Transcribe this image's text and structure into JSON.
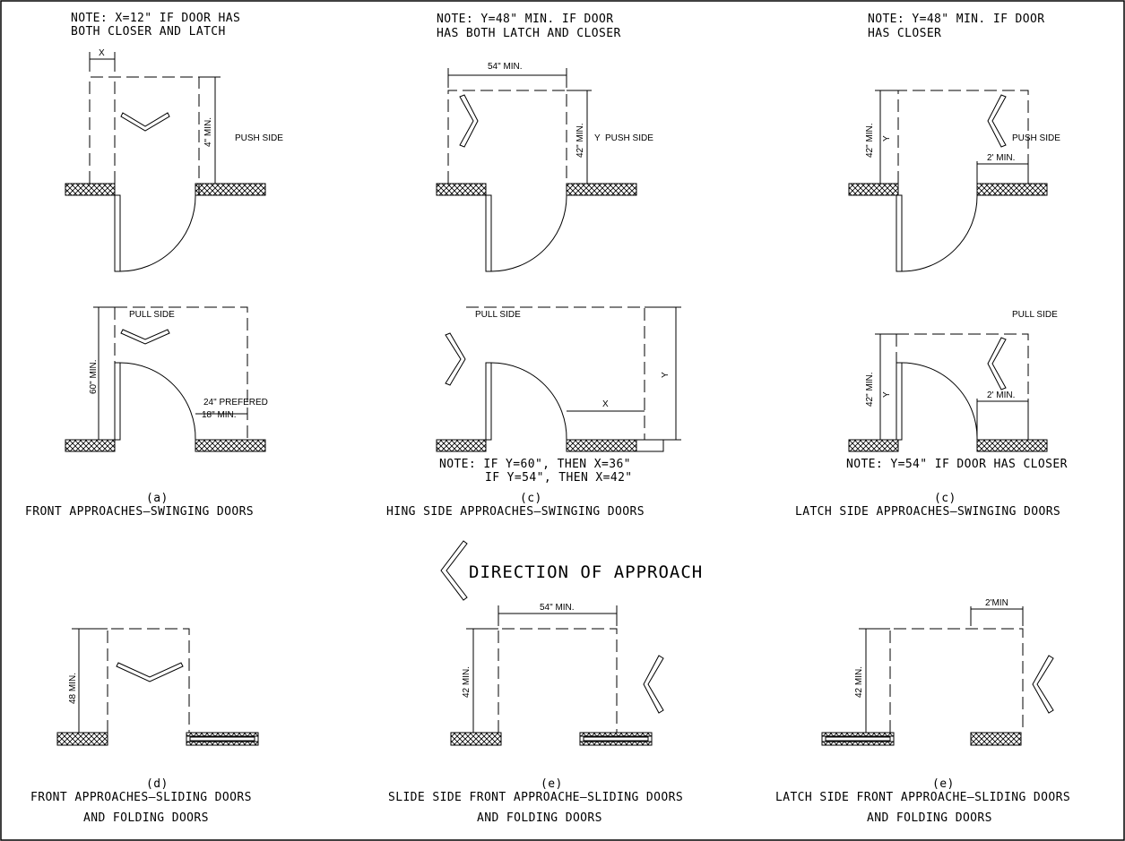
{
  "notes": {
    "top_a_1": "NOTE: X=12\" IF DOOR HAS",
    "top_a_2": "BOTH CLOSER AND LATCH",
    "top_b_1": "NOTE: Y=48\" MIN. IF DOOR",
    "top_b_2": "HAS BOTH  LATCH AND CLOSER",
    "top_c_1": "NOTE: Y=48\" MIN. IF DOOR",
    "top_c_2": "HAS CLOSER",
    "mid_b_1": "NOTE: IF Y=60\", THEN X=36\"",
    "mid_b_2": "IF Y=54\", THEN X=42\"",
    "mid_c": "NOTE: Y=54\" IF DOOR HAS CLOSER"
  },
  "labels": {
    "x": "X",
    "y": "Y",
    "push_side": "PUSH SIDE",
    "pull_side": "PULL SIDE",
    "four_min": "4\" MIN.",
    "fifty_four_min": "54\" MIN.",
    "forty_two_min_q": "42\" MIN.",
    "two_ft_min": "2' MIN.",
    "sixty_min": "60\" MIN.",
    "twenty_four_pref": "24\" PREFERED",
    "eighteen_min": "18\" MIN.",
    "forty_eight_min": "48 MIN.",
    "forty_two_min": "42 MIN.",
    "two_min": "2'MIN"
  },
  "captions": {
    "a_letter": "(a)",
    "a_title": "FRONT APPROACHES–SWINGING DOORS",
    "b_letter": "(c)",
    "b_title": "HING SIDE APPROACHES–SWINGING DOORS",
    "c_letter": "(c)",
    "c_title": "LATCH SIDE APPROACHES–SWINGING DOORS",
    "d_letter": "(d)",
    "d_title_1": "FRONT APPROACHES–SLIDING DOORS",
    "d_title_2": "AND FOLDING DOORS",
    "e_letter": "(e)",
    "e_title_1": "SLIDE SIDE FRONT APPROACHE–SLIDING DOORS",
    "e_title_2": "AND FOLDING DOORS",
    "f_letter": "(e)",
    "f_title_1": "LATCH SIDE FRONT APPROACHE–SLIDING DOORS",
    "f_title_2": "AND FOLDING DOORS"
  },
  "legend": {
    "direction": "DIRECTION OF APPROACH"
  }
}
